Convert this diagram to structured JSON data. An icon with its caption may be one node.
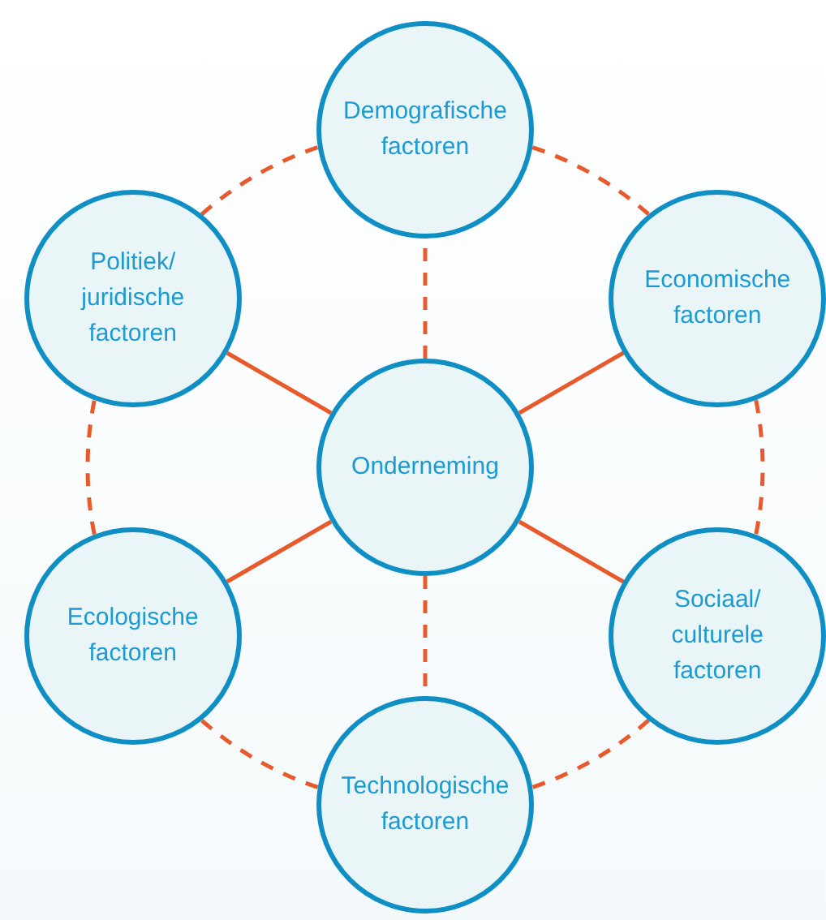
{
  "diagram": {
    "nodes": [
      {
        "text": [
          "Demografische factoren"
        ]
      },
      {
        "text": [
          "Politiek/ juridische factoren"
        ]
      },
      {
        "text": [
          "Economische factoren"
        ]
      },
      {
        "text": [
          "Onderneming"
        ]
      },
      {
        "text": [
          "Ecologische factoren"
        ]
      },
      {
        "text": [
          "Sociaal/ culturele factoren"
        ]
      },
      {
        "text": [
          "Technologische factoren"
        ]
      }
    ],
    "edges": [
      {
        "from": 3,
        "to": 0,
        "arrow": "none",
        "style": "dashed"
      },
      {
        "from": 3,
        "to": 1,
        "arrow": "none"
      },
      {
        "from": 3,
        "to": 2,
        "arrow": "none"
      },
      {
        "from": 3,
        "to": 4,
        "arrow": "none"
      },
      {
        "from": 3,
        "to": 5,
        "arrow": "none"
      },
      {
        "from": 3,
        "to": 6,
        "arrow": "none",
        "style": "dashed"
      },
      {
        "from": 0,
        "to": 2,
        "arrow": "none",
        "style": "dashed"
      },
      {
        "from": 2,
        "to": 5,
        "arrow": "none",
        "style": "dashed"
      },
      {
        "from": 5,
        "to": 6,
        "arrow": "none",
        "style": "dashed"
      },
      {
        "from": 6,
        "to": 4,
        "arrow": "none",
        "style": "dashed"
      },
      {
        "from": 4,
        "to": 1,
        "arrow": "none",
        "style": "dashed"
      },
      {
        "from": 1,
        "to": 0,
        "arrow": "none",
        "style": "dashed"
      }
    ]
  }
}
